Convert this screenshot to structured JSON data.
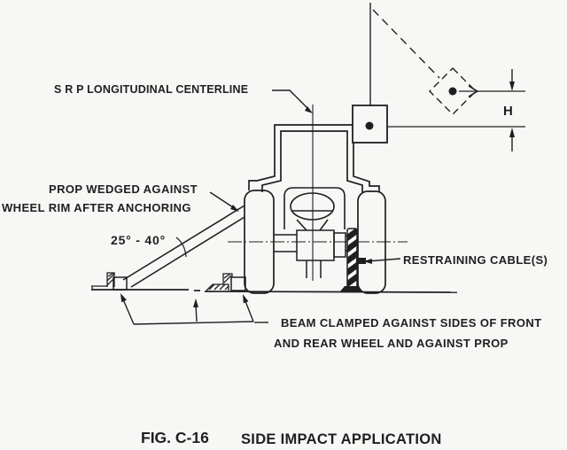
{
  "caption": {
    "number": "FIG. C-16",
    "title": "SIDE IMPACT APPLICATION"
  },
  "labels": {
    "srp_centerline": "S R P LONGITUDINAL CENTERLINE",
    "prop_line1": "PROP WEDGED AGAINST",
    "prop_line2": "WHEEL RIM AFTER ANCHORING",
    "angle_range": "25° - 40°",
    "restraining_cable": "RESTRAINING CABLE(S)",
    "beam_line1": "BEAM CLAMPED AGAINST SIDES OF FRONT",
    "beam_line2": "AND REAR WHEEL AND AGAINST PROP",
    "height_dimension": "H"
  },
  "colors": {
    "ink": "#1f1f1f",
    "paper": "#f7f7f5"
  }
}
